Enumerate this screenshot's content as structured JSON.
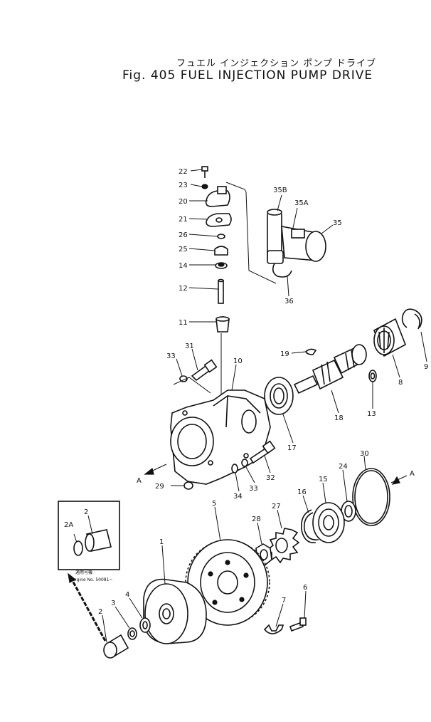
{
  "title": {
    "jp": "フュエル インジェクション ポンプ ドライブ",
    "en": "Fig. 405 FUEL INJECTION PUMP DRIVE"
  },
  "view_marker": "A",
  "inset": {
    "jp_note": "適用号機",
    "engine_note": "Engine No. 50081~"
  },
  "callouts": {
    "c1": "1",
    "c2": "2",
    "c2_inset": "2",
    "c2A": "2A",
    "c3": "3",
    "c4": "4",
    "c5": "5",
    "c6": "6",
    "c7": "7",
    "c8": "8",
    "c9": "9",
    "c10": "10",
    "c11": "11",
    "c12": "12",
    "c13": "13",
    "c14": "14",
    "c15": "15",
    "c16": "16",
    "c17": "17",
    "c18": "18",
    "c19": "19",
    "c20": "20",
    "c21": "21",
    "c22": "22",
    "c23": "23",
    "c24": "24",
    "c25": "25",
    "c26": "26",
    "c27": "27",
    "c28": "28",
    "c29": "29",
    "c30": "30",
    "c31": "31",
    "c32": "32",
    "c33a": "33",
    "c33b": "33",
    "c34": "34",
    "c35": "35",
    "c35A": "35A",
    "c35B": "35B",
    "c36": "36"
  }
}
